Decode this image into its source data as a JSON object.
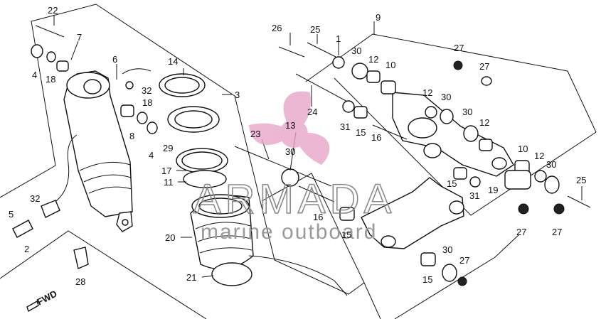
{
  "watermark": {
    "brand": "ARMADA",
    "tagline": "marine outboard",
    "logo_color": "#e8a6c9"
  },
  "direction_label": "FWD",
  "callouts": {
    "c1": "1",
    "c2": "2",
    "c3": "3",
    "c4a": "4",
    "c4b": "4",
    "c5": "5",
    "c6": "6",
    "c7": "7",
    "c8": "8",
    "c9": "9",
    "c10a": "10",
    "c10b": "10",
    "c11": "11",
    "c12a": "12",
    "c12b": "12",
    "c12c": "12",
    "c12d": "12",
    "c13": "13",
    "c14": "14",
    "c15a": "15",
    "c15b": "15",
    "c15c": "15",
    "c15d": "15",
    "c16a": "16",
    "c16b": "16",
    "c17": "17",
    "c18a": "18",
    "c18b": "18",
    "c19": "19",
    "c20": "20",
    "c21": "21",
    "c22": "22",
    "c23": "23",
    "c24": "24",
    "c25a": "25",
    "c25b": "25",
    "c26": "26",
    "c27a": "27",
    "c27b": "27",
    "c27c": "27",
    "c27d": "27",
    "c27e": "27",
    "c28": "28",
    "c29": "29",
    "c30a": "30",
    "c30b": "30",
    "c30c": "30",
    "c30d": "30",
    "c30e": "30",
    "c30f": "30",
    "c31a": "31",
    "c31b": "31",
    "c32a": "32",
    "c32b": "32"
  }
}
